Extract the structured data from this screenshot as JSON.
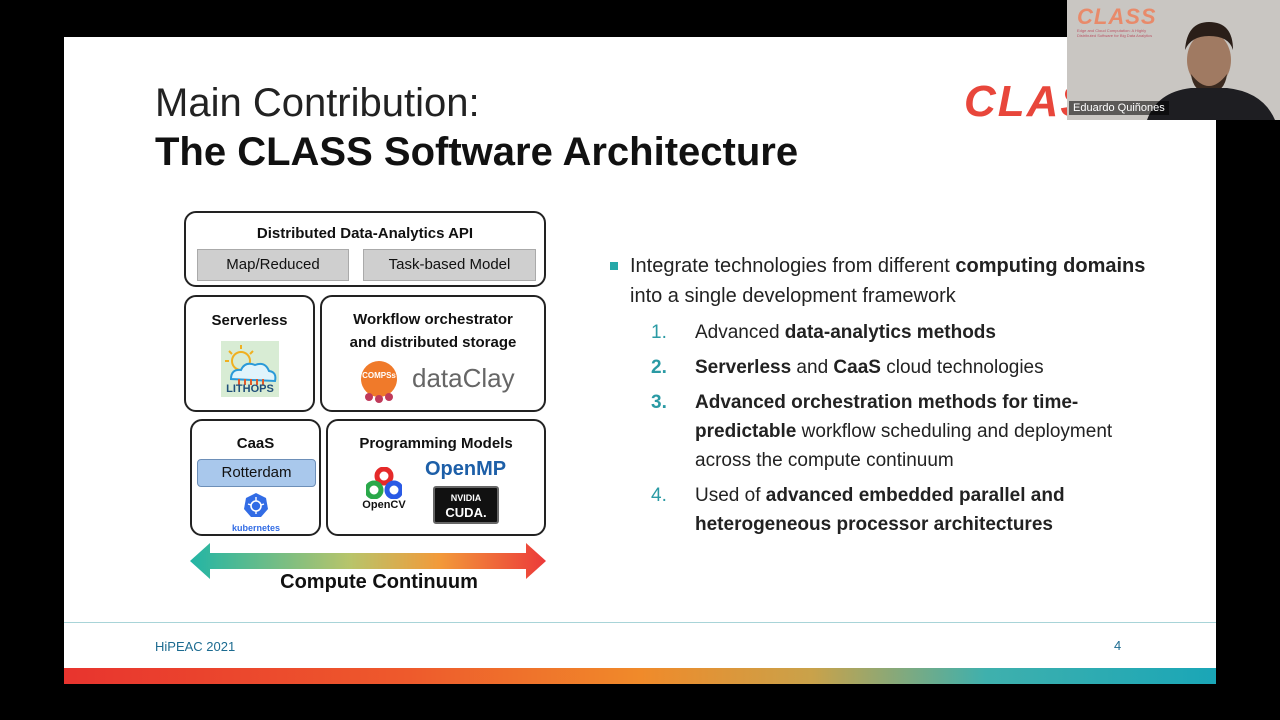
{
  "slide": {
    "title_line1": "Main Contribution:",
    "title_line2": "The CLASS Software Architecture",
    "corner_logo": "CLASS",
    "footer_left": "HiPEAC 2021",
    "page_number": "4"
  },
  "diagram": {
    "api_box": {
      "title": "Distributed Data-Analytics API",
      "buttons": [
        "Map/Reduced",
        "Task-based Model"
      ]
    },
    "serverless_box": {
      "title": "Serverless",
      "logo": "LITHOPS"
    },
    "workflow_box": {
      "title_line1": "Workflow orchestrator",
      "title_line2": "and distributed storage",
      "logo1": "COMPSs",
      "logo2": "dataClay"
    },
    "caas_box": {
      "title": "CaaS",
      "button": "Rotterdam",
      "logo": "kubernetes"
    },
    "programming_box": {
      "title": "Programming Models",
      "logo_opencv": "OpenCV",
      "logo_openmp": "OpenMP",
      "logo_nvidia": "NVIDIA",
      "logo_cuda": "CUDA."
    },
    "arrow_label": "Compute Continuum"
  },
  "bullets": {
    "main": {
      "t1": "Integrate technologies from different ",
      "b1": "computing domains",
      "t2": " into a single development framework"
    },
    "items": [
      {
        "num": "1.",
        "t1": "Advanced ",
        "b1": "data-analytics methods"
      },
      {
        "num": "2.",
        "b1": "Serverless",
        "t1": " and ",
        "b2": "CaaS",
        "t2": " cloud technologies"
      },
      {
        "num": "3.",
        "b1": "Advanced orchestration methods for time-predictable",
        "t1": " workflow scheduling and deployment across the compute continuum"
      },
      {
        "num": "4.",
        "t1": "Used of ",
        "b1": "advanced embedded parallel and heterogeneous processor architectures"
      }
    ]
  },
  "webcam": {
    "logo": "CLASS",
    "logo_sub": "Edge and Cloud Computation: A Highly Distributed Software for Big Data Analytics",
    "name": "Eduardo Quiñones"
  },
  "colors": {
    "accent_teal": "#25a8a8",
    "footer_text": "#1c6b90",
    "logo_red": "#e8463b"
  }
}
